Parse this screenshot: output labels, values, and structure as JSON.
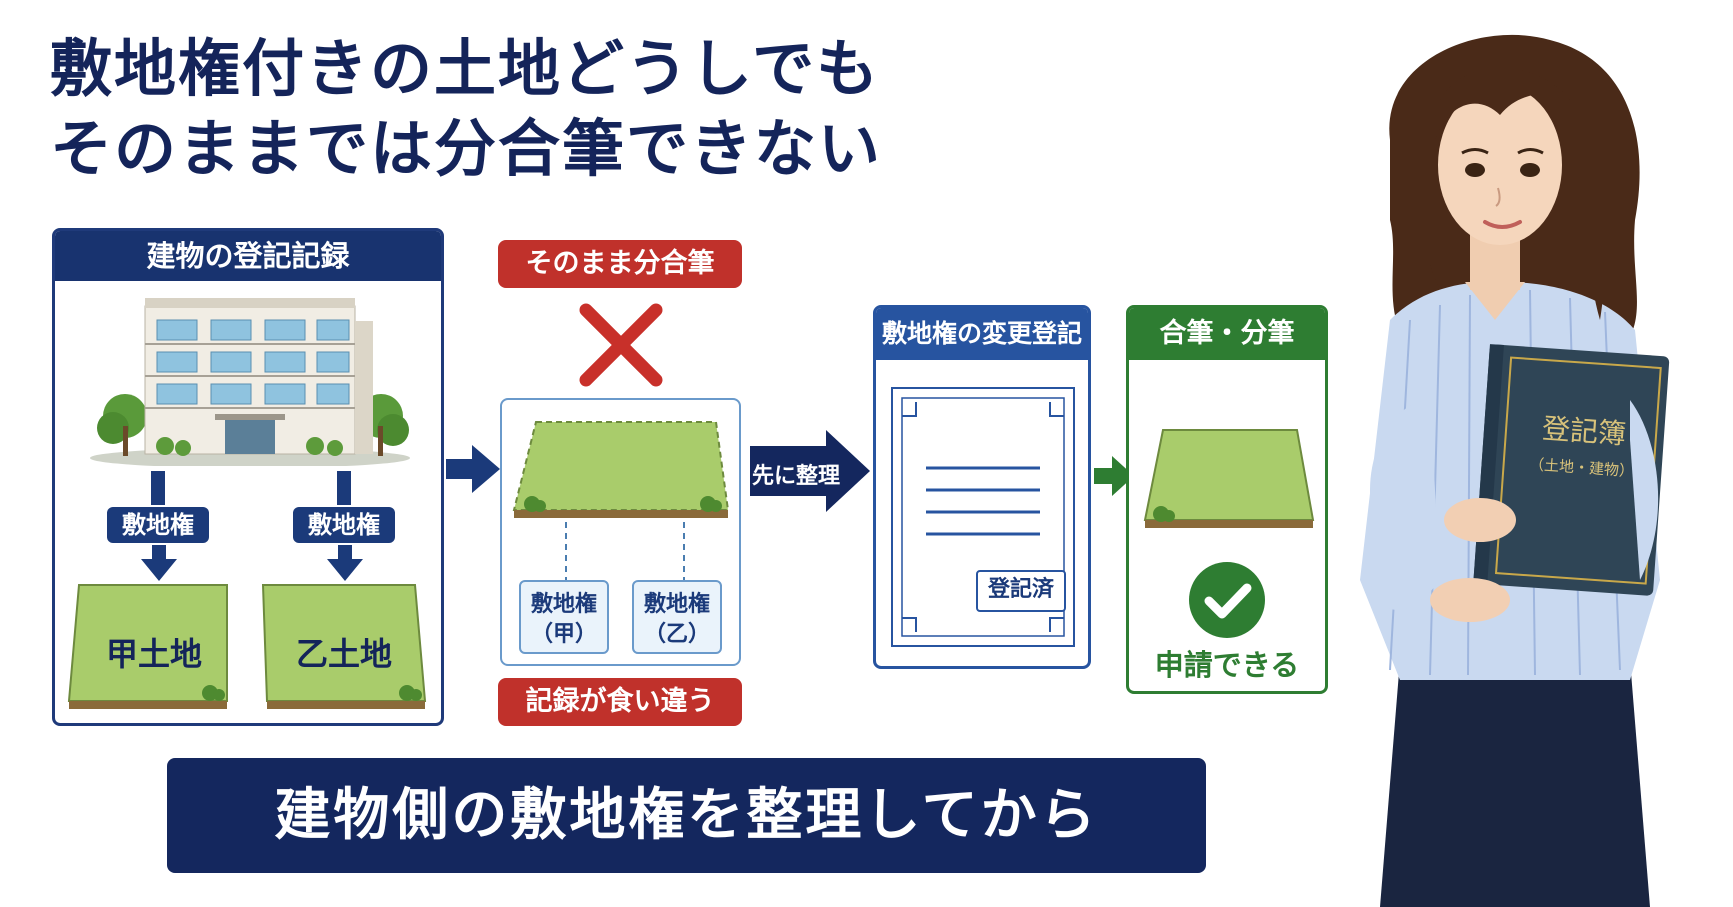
{
  "title": {
    "line1": "敷地権付きの土地どうしでも",
    "line2": "そのままでは分合筆できない"
  },
  "panel_building": {
    "header": "建物の登記記録",
    "left_tag": "敷地権",
    "right_tag": "敷地権",
    "left_land": "甲土地",
    "right_land": "乙土地"
  },
  "panel_middle": {
    "top_label": "そのまま分合筆",
    "box_left_line1": "敷地権",
    "box_left_line2": "（甲）",
    "box_right_line1": "敷地権",
    "box_right_line2": "（乙）",
    "bottom_label": "記録が食い違う"
  },
  "arrow_label": "先に整理",
  "panel_change": {
    "header": "敷地権の変更登記",
    "stamp": "登記済"
  },
  "panel_result": {
    "header": "合筆・分筆",
    "status": "申請できる"
  },
  "book": {
    "title": "登記簿",
    "subtitle": "（土地・建物）"
  },
  "banner": "建物側の敷地権を整理してから",
  "colors": {
    "navy": "#18336f",
    "red": "#c0312b",
    "green": "#2e7d32",
    "land": "#a9cc6b"
  }
}
